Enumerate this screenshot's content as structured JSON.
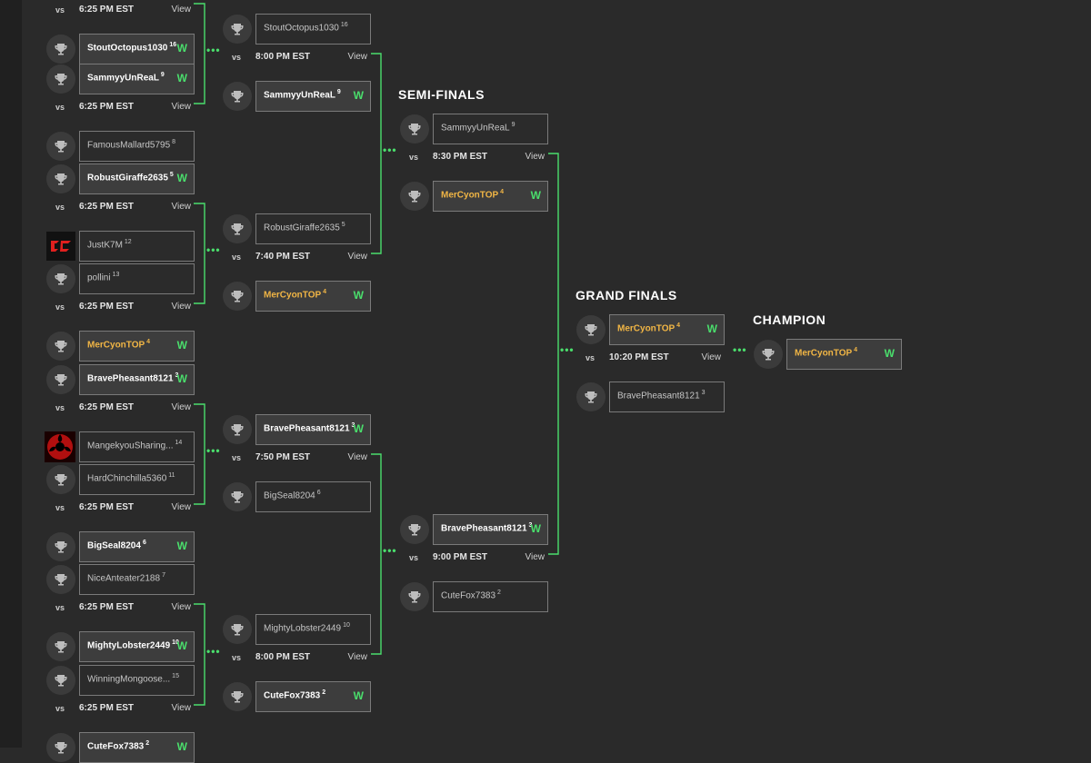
{
  "rounds": {
    "semi_finals": "SEMI-FINALS",
    "grand_finals": "GRAND FINALS",
    "champion": "CHAMPION"
  },
  "labels": {
    "vs": "vs",
    "view": "View",
    "win": "W"
  },
  "colors": {
    "win": "#4ade6c",
    "champion_name": "#f0b545",
    "line": "#4ade6c"
  },
  "round1": [
    {
      "time": "6:25 PM EST",
      "top": {
        "name": "",
        "seed": "",
        "win": false
      },
      "bottom": {
        "name": "StoutOctopus1030",
        "seed": "16",
        "win": true
      }
    },
    {
      "time": "6:25 PM EST",
      "top": {
        "name": "SammyyUnReaL",
        "seed": "9",
        "win": true
      },
      "bottom": {
        "name": "FamousMallard5795",
        "seed": "8",
        "win": false
      }
    },
    {
      "time": "6:25 PM EST",
      "top": {
        "name": "RobustGiraffe2635",
        "seed": "5",
        "win": true
      },
      "bottom": {
        "name": "JustK7M",
        "seed": "12",
        "win": false
      }
    },
    {
      "time": "6:25 PM EST",
      "top": {
        "name": "pollini",
        "seed": "13",
        "win": false
      },
      "bottom": {
        "name": "MerCyonTOP",
        "seed": "4",
        "win": true
      }
    },
    {
      "time": "6:25 PM EST",
      "top": {
        "name": "BravePheasant8121",
        "seed": "3",
        "win": true
      },
      "bottom": {
        "name": "MangekyouSharing...",
        "seed": "14",
        "win": false
      }
    },
    {
      "time": "6:25 PM EST",
      "top": {
        "name": "HardChinchilla5360",
        "seed": "11",
        "win": false
      },
      "bottom": {
        "name": "BigSeal8204",
        "seed": "6",
        "win": true
      }
    },
    {
      "time": "6:25 PM EST",
      "top": {
        "name": "NiceAnteater2188",
        "seed": "7",
        "win": false
      },
      "bottom": {
        "name": "MightyLobster2449",
        "seed": "10",
        "win": true
      }
    },
    {
      "time": "6:25 PM EST",
      "top": {
        "name": "WinningMongoose...",
        "seed": "15",
        "win": false
      },
      "bottom": {
        "name": "CuteFox7383",
        "seed": "2",
        "win": true
      }
    }
  ],
  "round2": [
    {
      "time": "8:00 PM EST",
      "top": {
        "name": "StoutOctopus1030",
        "seed": "16",
        "win": false
      },
      "bottom": {
        "name": "SammyyUnReaL",
        "seed": "9",
        "win": true
      }
    },
    {
      "time": "7:40 PM EST",
      "top": {
        "name": "RobustGiraffe2635",
        "seed": "5",
        "win": false
      },
      "bottom": {
        "name": "MerCyonTOP",
        "seed": "4",
        "win": true
      }
    },
    {
      "time": "7:50 PM EST",
      "top": {
        "name": "BravePheasant8121",
        "seed": "3",
        "win": true
      },
      "bottom": {
        "name": "BigSeal8204",
        "seed": "6",
        "win": false
      }
    },
    {
      "time": "8:00 PM EST",
      "top": {
        "name": "MightyLobster2449",
        "seed": "10",
        "win": false
      },
      "bottom": {
        "name": "CuteFox7383",
        "seed": "2",
        "win": true
      }
    }
  ],
  "semis": [
    {
      "time": "8:30 PM EST",
      "top": {
        "name": "SammyyUnReaL",
        "seed": "9",
        "win": false
      },
      "bottom": {
        "name": "MerCyonTOP",
        "seed": "4",
        "win": true
      }
    },
    {
      "time": "9:00 PM EST",
      "top": {
        "name": "BravePheasant8121",
        "seed": "3",
        "win": true
      },
      "bottom": {
        "name": "CuteFox7383",
        "seed": "2",
        "win": false
      }
    }
  ],
  "finals": [
    {
      "time": "10:20 PM EST",
      "top": {
        "name": "MerCyonTOP",
        "seed": "4",
        "win": true
      },
      "bottom": {
        "name": "BravePheasant8121",
        "seed": "3",
        "win": false
      }
    }
  ],
  "champion": {
    "name": "MerCyonTOP",
    "seed": "4",
    "win": true
  },
  "avatars": {
    "r1_2_bottom": "jc-logo-icon",
    "r1_4_bottom": "sharingan-icon"
  }
}
